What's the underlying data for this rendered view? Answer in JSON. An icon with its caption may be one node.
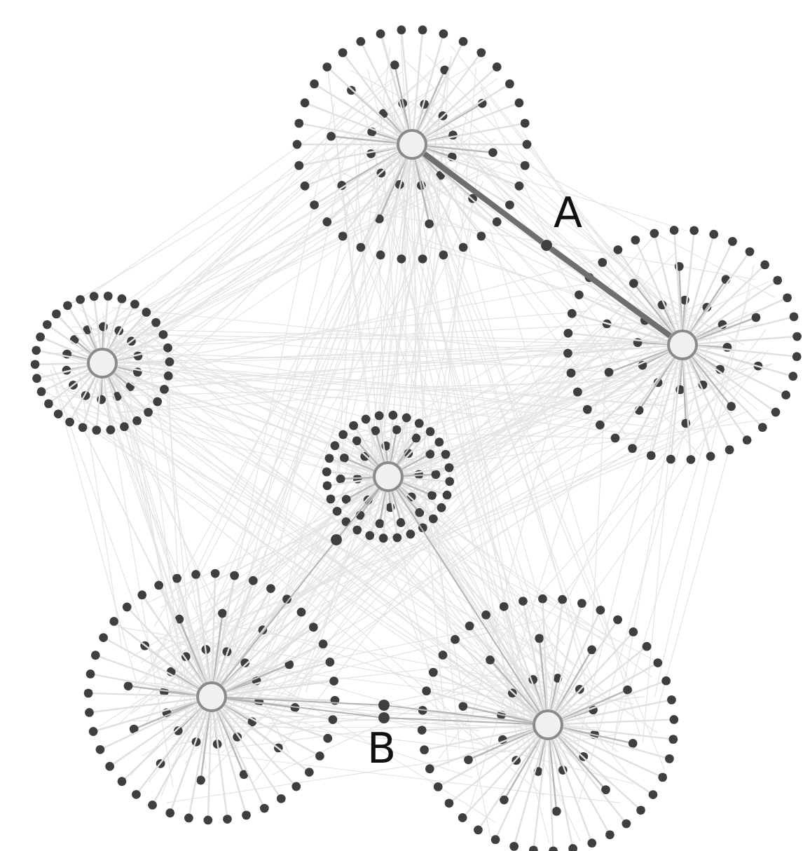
{
  "diagram": {
    "nodes": [
      {
        "text": [],
        "shape": "circle"
      },
      {
        "text": [],
        "shape": "circle"
      },
      {
        "text": [],
        "shape": "circle"
      },
      {
        "text": [],
        "shape": "circle"
      },
      {
        "text": [],
        "shape": "circle"
      },
      {
        "text": [],
        "shape": "circle"
      },
      {
        "text": [],
        "shape": "circle"
      },
      {
        "text": [],
        "shape": "circle"
      },
      {
        "text": [],
        "shape": "circle"
      },
      {
        "text": [],
        "shape": "circle"
      }
    ],
    "edges": [
      {
        "from": 0,
        "to": 6,
        "arrow": "none",
        "style": "thick",
        "color": "#6e6e6e"
      },
      {
        "from": 6,
        "to": 2,
        "arrow": "none",
        "style": "thick",
        "color": "#6e6e6e"
      },
      {
        "from": 3,
        "to": 7,
        "arrow": "none"
      },
      {
        "from": 7,
        "to": 4,
        "arrow": "none"
      },
      {
        "from": 3,
        "to": 5,
        "arrow": "none"
      },
      {
        "from": 4,
        "to": 8,
        "arrow": "none"
      },
      {
        "from": 8,
        "to": 5,
        "arrow": "none"
      },
      {
        "from": 4,
        "to": 9,
        "arrow": "none"
      },
      {
        "from": 9,
        "to": 5,
        "arrow": "none"
      }
    ],
    "labels": [
      "A",
      "B"
    ]
  }
}
